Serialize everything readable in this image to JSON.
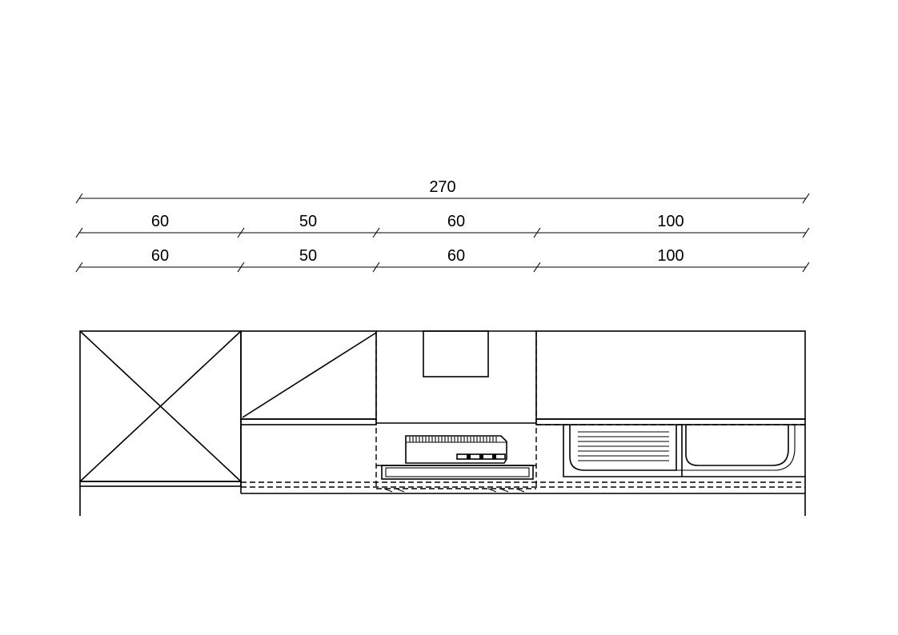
{
  "dimensions": {
    "total": "270",
    "row1": [
      "60",
      "50",
      "60",
      "100"
    ],
    "row2": [
      "60",
      "50",
      "60",
      "100"
    ]
  }
}
